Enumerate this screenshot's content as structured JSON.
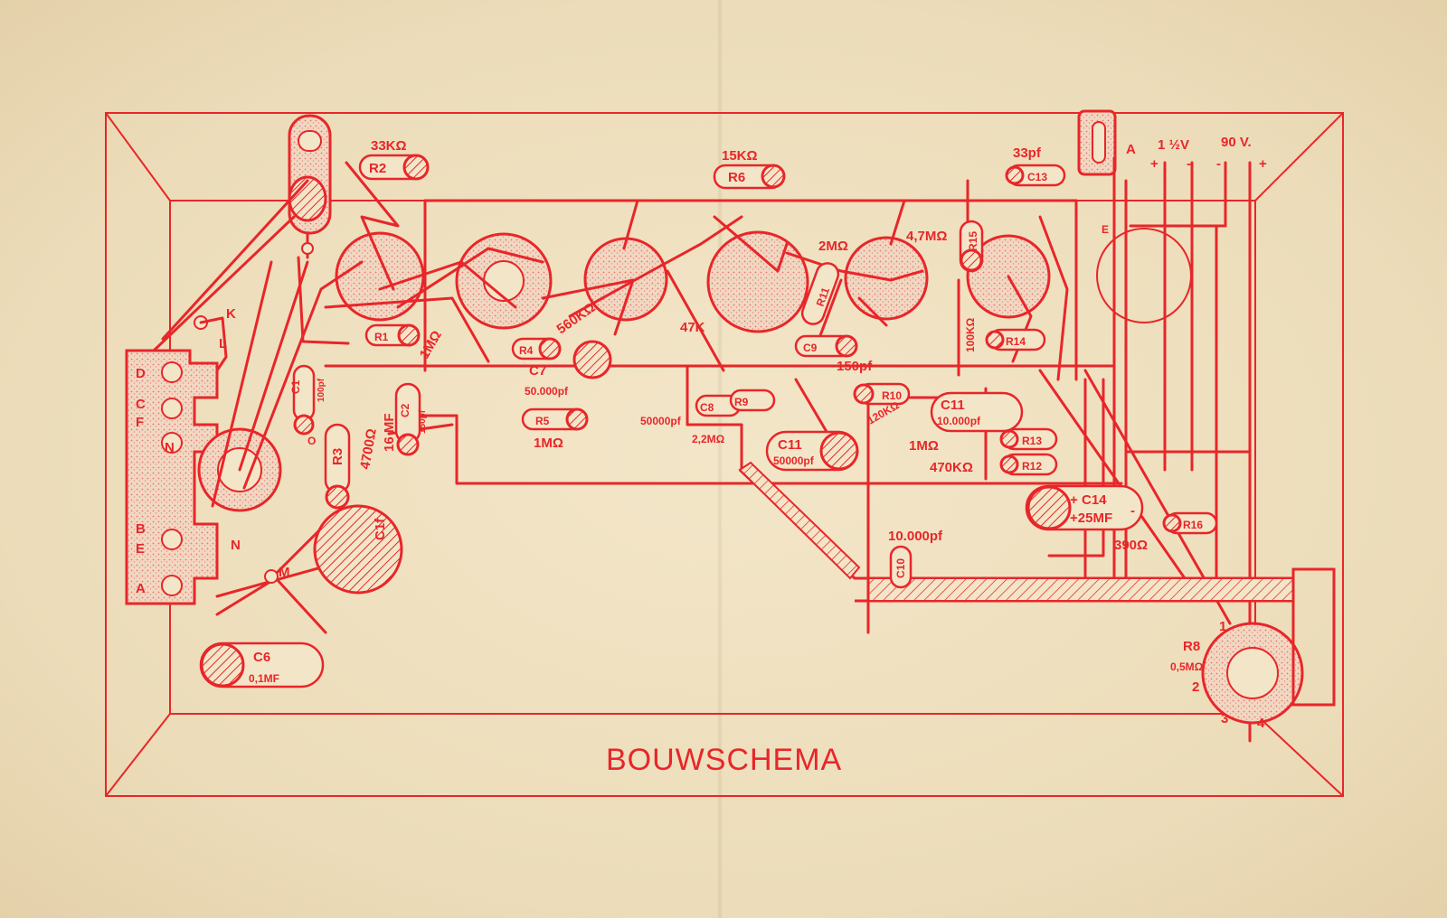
{
  "title": "BOUWSCHEMA",
  "colors": {
    "ink": "#e8262a",
    "paper": "#efe1c1"
  },
  "supply_labels": {
    "a": "A",
    "e": "E",
    "battery_low": "1 ½V",
    "battery_high": "90 V.",
    "plus1": "+",
    "minus1": "-",
    "minus2": "-",
    "plus2": "+"
  },
  "terminal_labels": {
    "d": "D",
    "c": "C",
    "f": "F",
    "n": "N",
    "b": "B",
    "e": "E",
    "a": "A",
    "k": "K",
    "l": "L",
    "n2": "N",
    "m": "M",
    "o": "O"
  },
  "components": {
    "r2": "R2",
    "r2_value": "33KΩ",
    "r1": "R1",
    "r1_value": "1MΩ",
    "c1": "C1",
    "c1_value": "100pf",
    "r3": "R3",
    "r3_value": "4700Ω",
    "c2": "C2",
    "c2_value": "150pf",
    "c1f": "C1f",
    "c1f_value": "16 MF",
    "c6": "C6",
    "c6_value": "0,1MF",
    "r4": "R4",
    "r4_value": "560KΩ",
    "c7": "C7",
    "c7_value": "50.000pf",
    "r5": "R5",
    "r5_value": "1MΩ",
    "r6": "R6",
    "r6_value": "15KΩ",
    "r7_value": "47K",
    "c8": "C8",
    "c8_value": "50000pf",
    "r9": "R9",
    "r9_value": "2,2MΩ",
    "c11a": "C11",
    "c11a_value": "50000pf",
    "r11": "R11",
    "r11_value": "2MΩ",
    "c9": "C9",
    "c9_value": "150pf",
    "r10": "R10",
    "r10_value": "120KΩ",
    "c13": "C13",
    "c13_value": "33pf",
    "r15": "R15",
    "r15_value": "4,7MΩ",
    "r15b_value": "100KΩ",
    "r14": "R14",
    "c11b": "C11",
    "c11b_value": "10.000pf",
    "r13": "R13",
    "r13_value": "1MΩ",
    "r12": "R12",
    "r12_value": "470KΩ",
    "c14": "C14",
    "c14_plus": "+",
    "c14_value": "+25MF",
    "c14_minus": "-",
    "r16": "R16",
    "r16_value": "390Ω",
    "c10": "C10",
    "c10_value": "10.000pf",
    "r8": "R8",
    "r8_value": "0,5MΩ",
    "pot_1": "1",
    "pot_2": "2",
    "pot_3": "3",
    "pot_4": "4"
  }
}
